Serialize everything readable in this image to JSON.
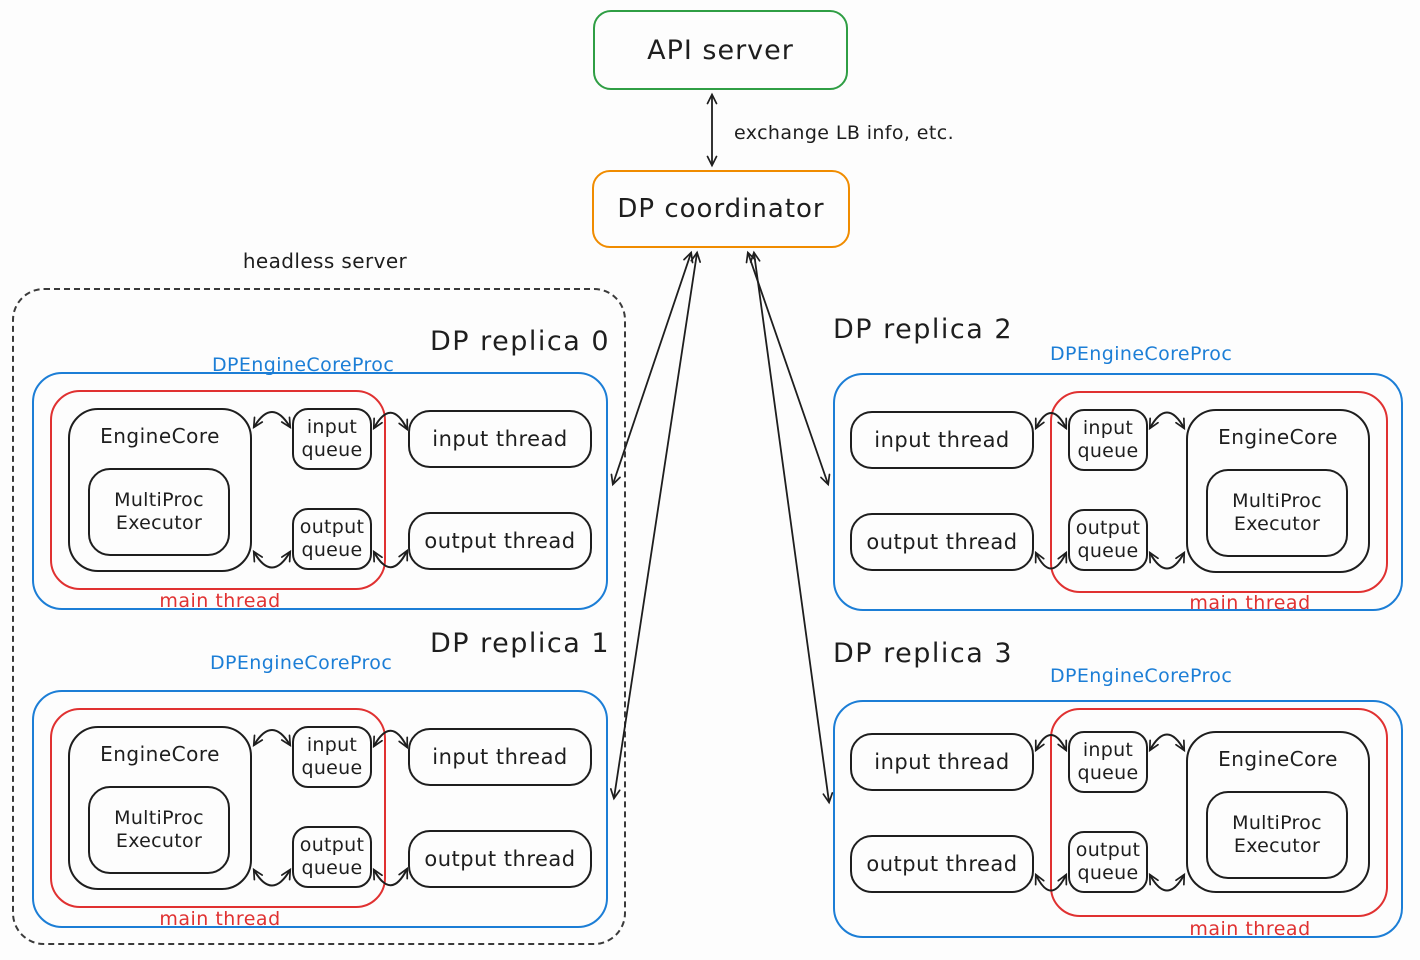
{
  "diagram": {
    "api_server": "API server",
    "coordinator": "DP coordinator",
    "exchange_label": "exchange LB info, etc.",
    "headless_label": "headless server"
  },
  "replicas": [
    {
      "title": "DP replica 0",
      "proc": "DPEngineCoreProc",
      "engine_core": "EngineCore",
      "executor": "MultiProc\nExecutor",
      "input_queue": "input\nqueue",
      "output_queue": "output\nqueue",
      "input_thread": "input thread",
      "output_thread": "output thread",
      "main_thread": "main thread"
    },
    {
      "title": "DP replica 1",
      "proc": "DPEngineCoreProc",
      "engine_core": "EngineCore",
      "executor": "MultiProc\nExecutor",
      "input_queue": "input\nqueue",
      "output_queue": "output\nqueue",
      "input_thread": "input thread",
      "output_thread": "output thread",
      "main_thread": "main thread"
    },
    {
      "title": "DP replica 2",
      "proc": "DPEngineCoreProc",
      "engine_core": "EngineCore",
      "executor": "MultiProc\nExecutor",
      "input_queue": "input\nqueue",
      "output_queue": "output\nqueue",
      "input_thread": "input thread",
      "output_thread": "output thread",
      "main_thread": "main thread"
    },
    {
      "title": "DP replica 3",
      "proc": "DPEngineCoreProc",
      "engine_core": "EngineCore",
      "executor": "MultiProc\nExecutor",
      "input_queue": "input\nqueue",
      "output_queue": "output\nqueue",
      "input_thread": "input thread",
      "output_thread": "output thread",
      "main_thread": "main thread"
    }
  ],
  "colors": {
    "green": "#2f9e44",
    "orange": "#f08c00",
    "blue": "#1c7ed6",
    "red": "#e03131",
    "ink": "#1e1e1e"
  }
}
